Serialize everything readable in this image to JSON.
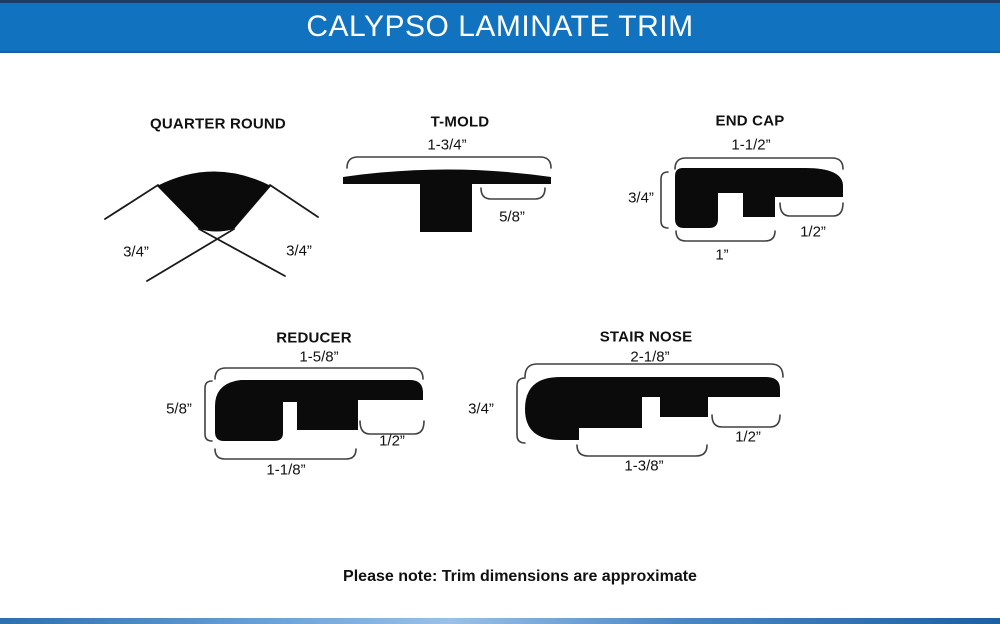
{
  "header": {
    "title": "CALYPSO LAMINATE TRIM"
  },
  "note": "Please note: Trim dimensions are approximate",
  "colors": {
    "header_blue": "#1173bf",
    "header_top_line_navy": "#1d3b66",
    "header_bottom_line_blue": "#1b5ea6",
    "profile_black": "#0b0b0b",
    "bracket_gray": "#414141",
    "footer_stripe_blue": "#2e6fb0"
  },
  "profiles": {
    "quarter_round": {
      "title": "QUARTER ROUND",
      "dim_left": "3/4”",
      "dim_right": "3/4”"
    },
    "t_mold": {
      "title": "T-MOLD",
      "dim_top": "1-3/4”",
      "dim_bottom": "5/8”"
    },
    "end_cap": {
      "title": "END CAP",
      "dim_top": "1-1/2”",
      "dim_left": "3/4”",
      "dim_bottom": "1”",
      "dim_right": "1/2”"
    },
    "reducer": {
      "title": "REDUCER",
      "dim_top": "1-5/8”",
      "dim_left": "5/8”",
      "dim_bottom": "1-1/8”",
      "dim_right": "1/2”"
    },
    "stair_nose": {
      "title": "STAIR NOSE",
      "dim_top": "2-1/8”",
      "dim_left": "3/4”",
      "dim_bottom": "1-3/8”",
      "dim_right": "1/2”"
    }
  }
}
